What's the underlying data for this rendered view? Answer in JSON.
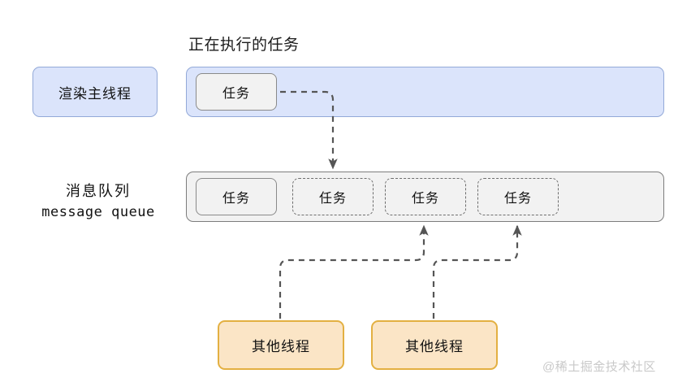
{
  "diagram": {
    "section_title": "正在执行的任务",
    "main_thread": {
      "label": "渲染主线程",
      "running_task_label": "任务"
    },
    "queue": {
      "label_cn": "消息队列",
      "label_en": "message queue",
      "slots": [
        {
          "label": "任务",
          "style": "solid"
        },
        {
          "label": "任务",
          "style": "dashed"
        },
        {
          "label": "任务",
          "style": "dashed"
        },
        {
          "label": "任务",
          "style": "dashed"
        }
      ]
    },
    "other_threads": [
      {
        "label": "其他线程"
      },
      {
        "label": "其他线程"
      }
    ],
    "watermark": "@稀土掘金技术社区"
  },
  "colors": {
    "thread_fill": "#dbe4fb",
    "thread_border": "#93a9d8",
    "queue_fill": "#f2f2f2",
    "queue_border": "#7d7d7d",
    "task_fill": "#f2f2f2",
    "task_border": "#8a8a8a",
    "other_thread_fill": "#fbe5c6",
    "other_thread_border": "#e3b042",
    "arrow": "#555555",
    "watermark": "#c9c9c9"
  }
}
